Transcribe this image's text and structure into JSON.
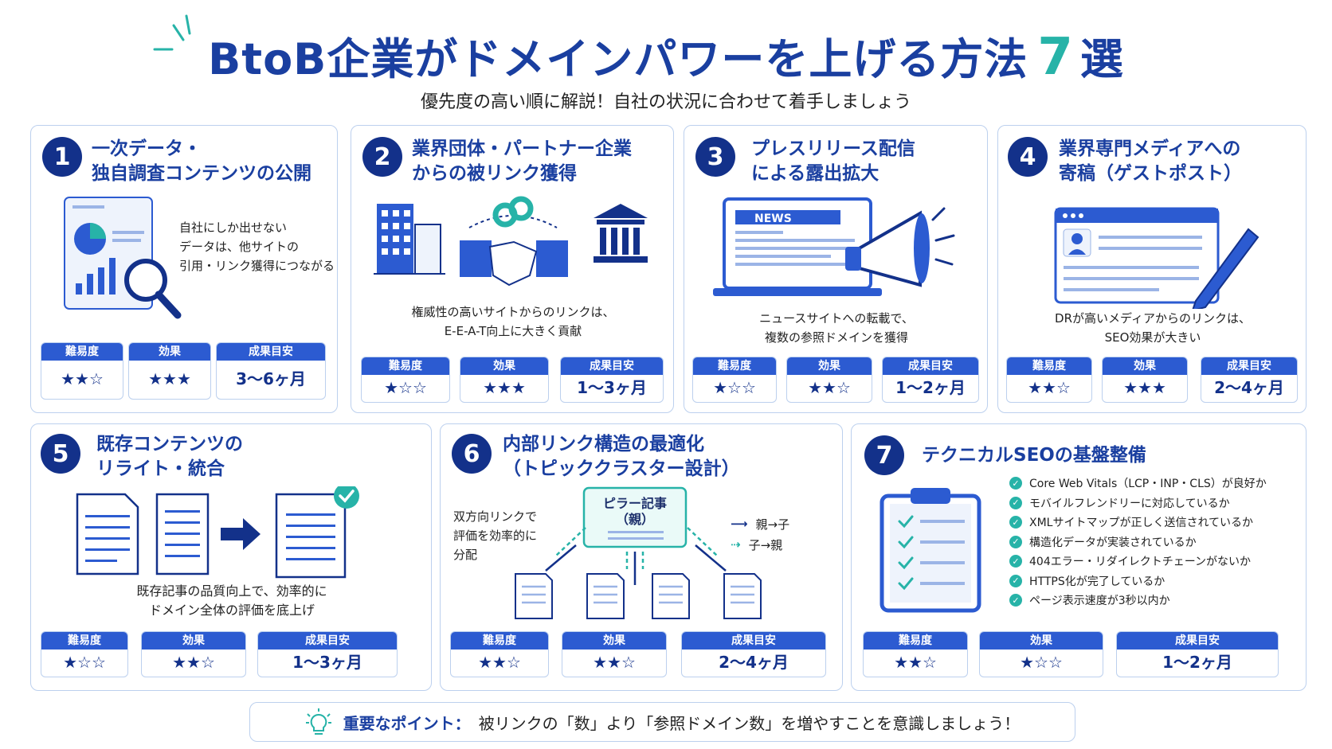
{
  "header": {
    "title_main": "BtoB企業がドメインパワーを上げる方法",
    "title_number": "7",
    "title_suffix": "選",
    "subtitle": "優先度の高い順に解説！自社の状況に合わせて着手しましょう"
  },
  "metric_labels": {
    "difficulty": "難易度",
    "effect": "効果",
    "timeline": "成果目安"
  },
  "methods": [
    {
      "number": "1",
      "title_line1": "一次データ・",
      "title_line2": "独自調査コンテンツの公開",
      "desc_line1": "自社にしか出せない",
      "desc_line2": "データは、他サイトの",
      "desc_line3": "引用・リンク獲得につながる",
      "difficulty": "★★☆",
      "effect": "★★★",
      "timeline": "3〜6ヶ月"
    },
    {
      "number": "2",
      "title_line1": "業界団体・パートナー企業",
      "title_line2": "からの被リンク獲得",
      "desc_line1": "権威性の高いサイトからのリンクは、",
      "desc_line2": "E-E-A-T向上に大きく貢献",
      "difficulty": "★☆☆",
      "effect": "★★★",
      "timeline": "1〜3ヶ月"
    },
    {
      "number": "3",
      "title_line1": "プレスリリース配信",
      "title_line2": "による露出拡大",
      "news_label": "NEWS",
      "desc_line1": "ニュースサイトへの転載で、",
      "desc_line2": "複数の参照ドメインを獲得",
      "difficulty": "★☆☆",
      "effect": "★★☆",
      "timeline": "1〜2ヶ月"
    },
    {
      "number": "4",
      "title_line1": "業界専門メディアへの",
      "title_line2": "寄稿（ゲストポスト）",
      "desc_line1": "DRが高いメディアからのリンクは、",
      "desc_line2": "SEO効果が大きい",
      "difficulty": "★★☆",
      "effect": "★★★",
      "timeline": "2〜4ヶ月"
    },
    {
      "number": "5",
      "title_line1": "既存コンテンツの",
      "title_line2": "リライト・統合",
      "desc_line1": "既存記事の品質向上で、効率的に",
      "desc_line2": "ドメイン全体の評価を底上げ",
      "difficulty": "★☆☆",
      "effect": "★★☆",
      "timeline": "1〜3ヶ月"
    },
    {
      "number": "6",
      "title_line1": "内部リンク構造の最適化",
      "title_line2": "（トピッククラスター設計）",
      "pillar_line1": "ピラー記事",
      "pillar_line2": "（親）",
      "side_line1": "双方向リンクで",
      "side_line2": "評価を効率的に",
      "side_line3": "分配",
      "legend_parent_child": "親→子",
      "legend_child_parent": "子→親",
      "difficulty": "★★☆",
      "effect": "★★☆",
      "timeline": "2〜4ヶ月"
    },
    {
      "number": "7",
      "title_line1": "テクニカルSEOの基盤整備",
      "checklist": [
        "Core Web Vitals（LCP・INP・CLS）が良好か",
        "モバイルフレンドリーに対応しているか",
        "XMLサイトマップが正しく送信されているか",
        "構造化データが実装されているか",
        "404エラー・リダイレクトチェーンがないか",
        "HTTPS化が完了しているか",
        "ページ表示速度が3秒以内か"
      ],
      "difficulty": "★★☆",
      "effect": "★☆☆",
      "timeline": "1〜2ヶ月"
    }
  ],
  "footer": {
    "highlight": "重要なポイント：",
    "text": "被リンクの「数」より「参照ドメイン数」を増やすことを意識しましょう！"
  },
  "colors": {
    "primary": "#1a3fa0",
    "navy": "#13318a",
    "accent_teal": "#27b3a8",
    "header_blue": "#2c5bd1",
    "border": "#bcd0ee"
  }
}
